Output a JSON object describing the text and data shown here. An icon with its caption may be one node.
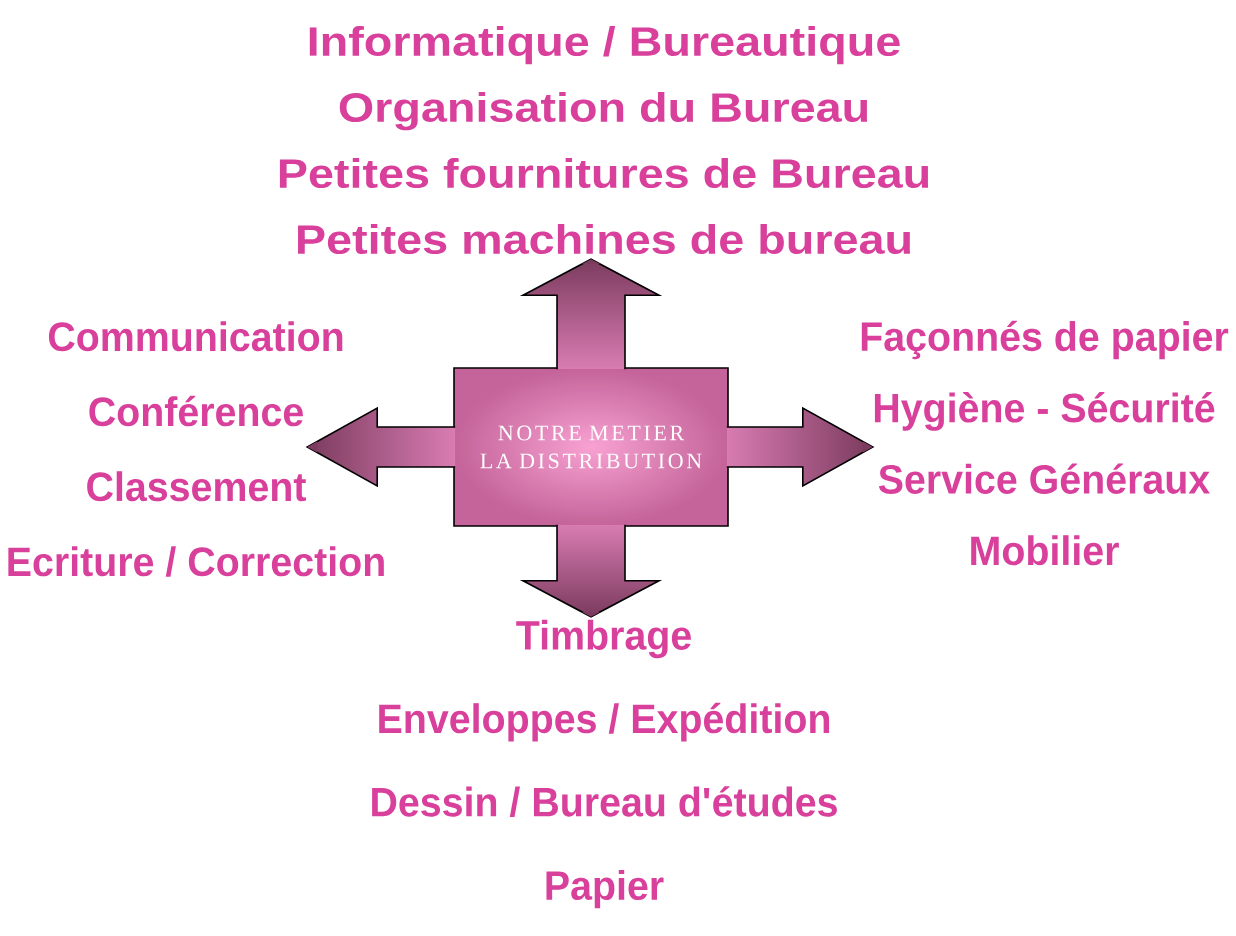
{
  "diagram": {
    "nodes": [
      {
        "text": [
          "Informatique / Bureautique",
          "Organisation du Bureau",
          "Petites fournitures de Bureau",
          "Petites machines de bureau"
        ]
      },
      {
        "text": [
          "Communication",
          "Conférence",
          "Classement",
          "Ecriture / Correction"
        ]
      },
      {
        "text": [
          "NOTRE METIER LA DISTRIBUTION"
        ]
      },
      {
        "text": [
          "Façonnés de papier",
          "Hygiène - Sécurité",
          "Service Généraux",
          "Mobilier"
        ]
      },
      {
        "text": [
          "Timbrage",
          "Enveloppes / Expédition",
          "Dessin / Bureau d'études",
          "Papier"
        ]
      }
    ],
    "edges": [
      {
        "from": 2,
        "to": 0,
        "arrow": "to"
      },
      {
        "from": 2,
        "to": 1,
        "arrow": "to"
      },
      {
        "from": 2,
        "to": 3,
        "arrow": "to"
      },
      {
        "from": 2,
        "to": 4,
        "arrow": "to"
      }
    ]
  }
}
